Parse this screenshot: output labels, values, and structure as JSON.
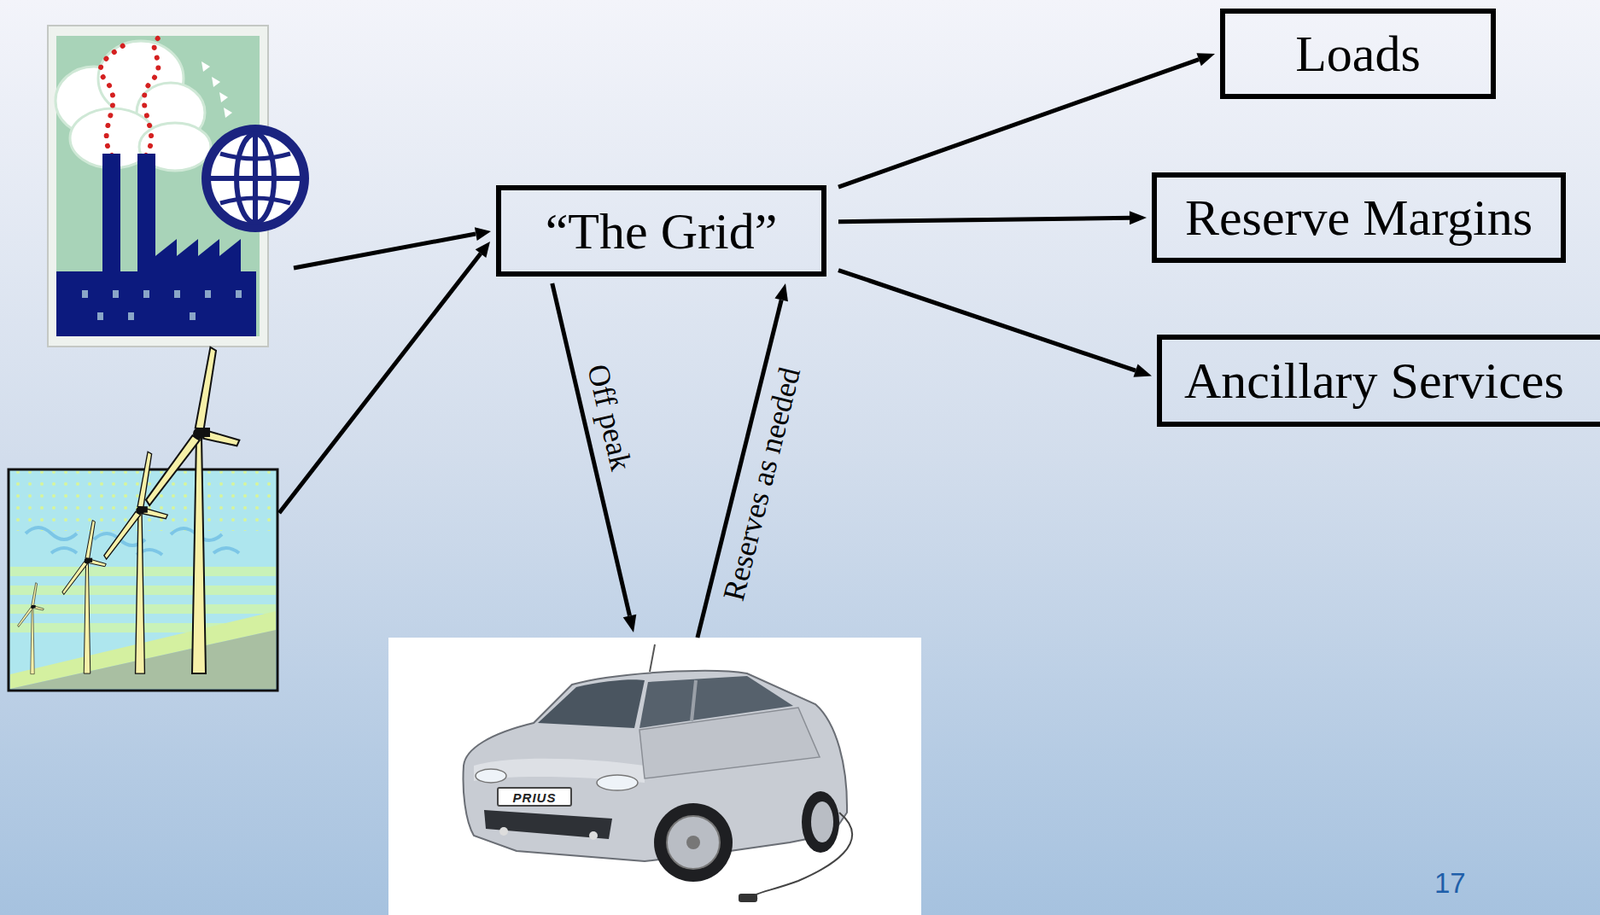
{
  "diagram": {
    "nodes": [
      {
        "text": [
          "“The Grid”"
        ]
      },
      {
        "text": [
          "Loads"
        ]
      },
      {
        "text": [
          "Reserve Margins"
        ]
      },
      {
        "text": [
          "Ancillary Services"
        ]
      },
      {
        "text": [
          "PRIUS"
        ]
      }
    ],
    "edges": [
      {
        "from": 0,
        "to": 1,
        "arrow": "to"
      },
      {
        "from": 0,
        "to": 2,
        "arrow": "to"
      },
      {
        "from": 0,
        "to": 3,
        "arrow": "to"
      },
      {
        "from": 0,
        "to": 4,
        "arrow": "to",
        "label": "Off peak"
      },
      {
        "from": 4,
        "to": 0,
        "arrow": "to",
        "label": "Reserves as needed"
      }
    ],
    "labels": [
      "17"
    ]
  }
}
